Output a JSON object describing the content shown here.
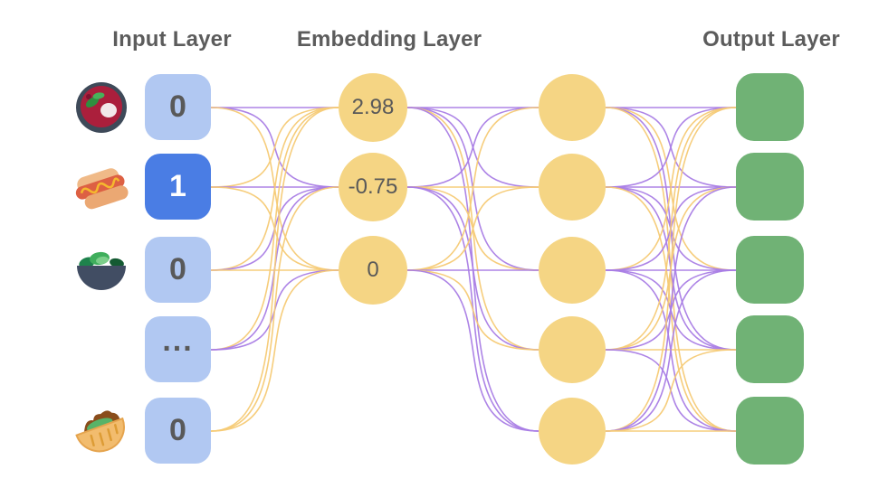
{
  "titles": {
    "input": "Input Layer",
    "embedding": "Embedding Layer",
    "output": "Output Layer"
  },
  "input_layer": {
    "nodes": [
      {
        "icon": "soup-bowl",
        "value": "0",
        "active": false
      },
      {
        "icon": "hot-dog",
        "value": "1",
        "active": true
      },
      {
        "icon": "green-salad",
        "value": "0",
        "active": false
      },
      {
        "icon": "",
        "value": "...",
        "active": false
      },
      {
        "icon": "stuffed-flatbread",
        "value": "0",
        "active": false
      }
    ]
  },
  "embedding_layer": {
    "nodes": [
      {
        "value": "2.98"
      },
      {
        "value": "-0.75"
      },
      {
        "value": "0"
      }
    ]
  },
  "hidden_layer": {
    "node_count": 5,
    "labels": [
      "",
      "",
      "",
      "",
      ""
    ]
  },
  "output_layer": {
    "node_count": 5,
    "labels": [
      "",
      "",
      "",
      "",
      ""
    ]
  },
  "colors": {
    "title_text": "#5c5c5c",
    "node_text": "#595959",
    "active_node_text": "#ffffff",
    "input_node_fill": "#b1c8f2",
    "input_node_active_fill": "#4a7de4",
    "embedding_node_fill": "#f5d584",
    "hidden_node_fill": "#f5d584",
    "output_node_fill": "#70b275",
    "edge_purple": "#a97de5",
    "edge_yellow": "#f6ca75"
  },
  "edges": {
    "input_to_embedding": [
      [
        "p",
        "p",
        "y"
      ],
      [
        "y",
        "p",
        "y"
      ],
      [
        "y",
        "p",
        "y"
      ],
      [
        "y",
        "p",
        "p"
      ],
      [
        "y",
        "y",
        "y"
      ]
    ],
    "embedding_to_hidden": [
      [
        "p",
        "p",
        "p",
        "y",
        "p"
      ],
      [
        "p",
        "y",
        "y",
        "p",
        "p"
      ],
      [
        "y",
        "y",
        "p",
        "y",
        "p"
      ]
    ],
    "hidden_to_output": [
      [
        "p",
        "p",
        "y",
        "p",
        "y"
      ],
      [
        "p",
        "p",
        "p",
        "p",
        "y"
      ],
      [
        "y",
        "p",
        "p",
        "p",
        "p"
      ],
      [
        "y",
        "y",
        "p",
        "y",
        "p"
      ],
      [
        "y",
        "p",
        "p",
        "y",
        "y"
      ]
    ]
  }
}
